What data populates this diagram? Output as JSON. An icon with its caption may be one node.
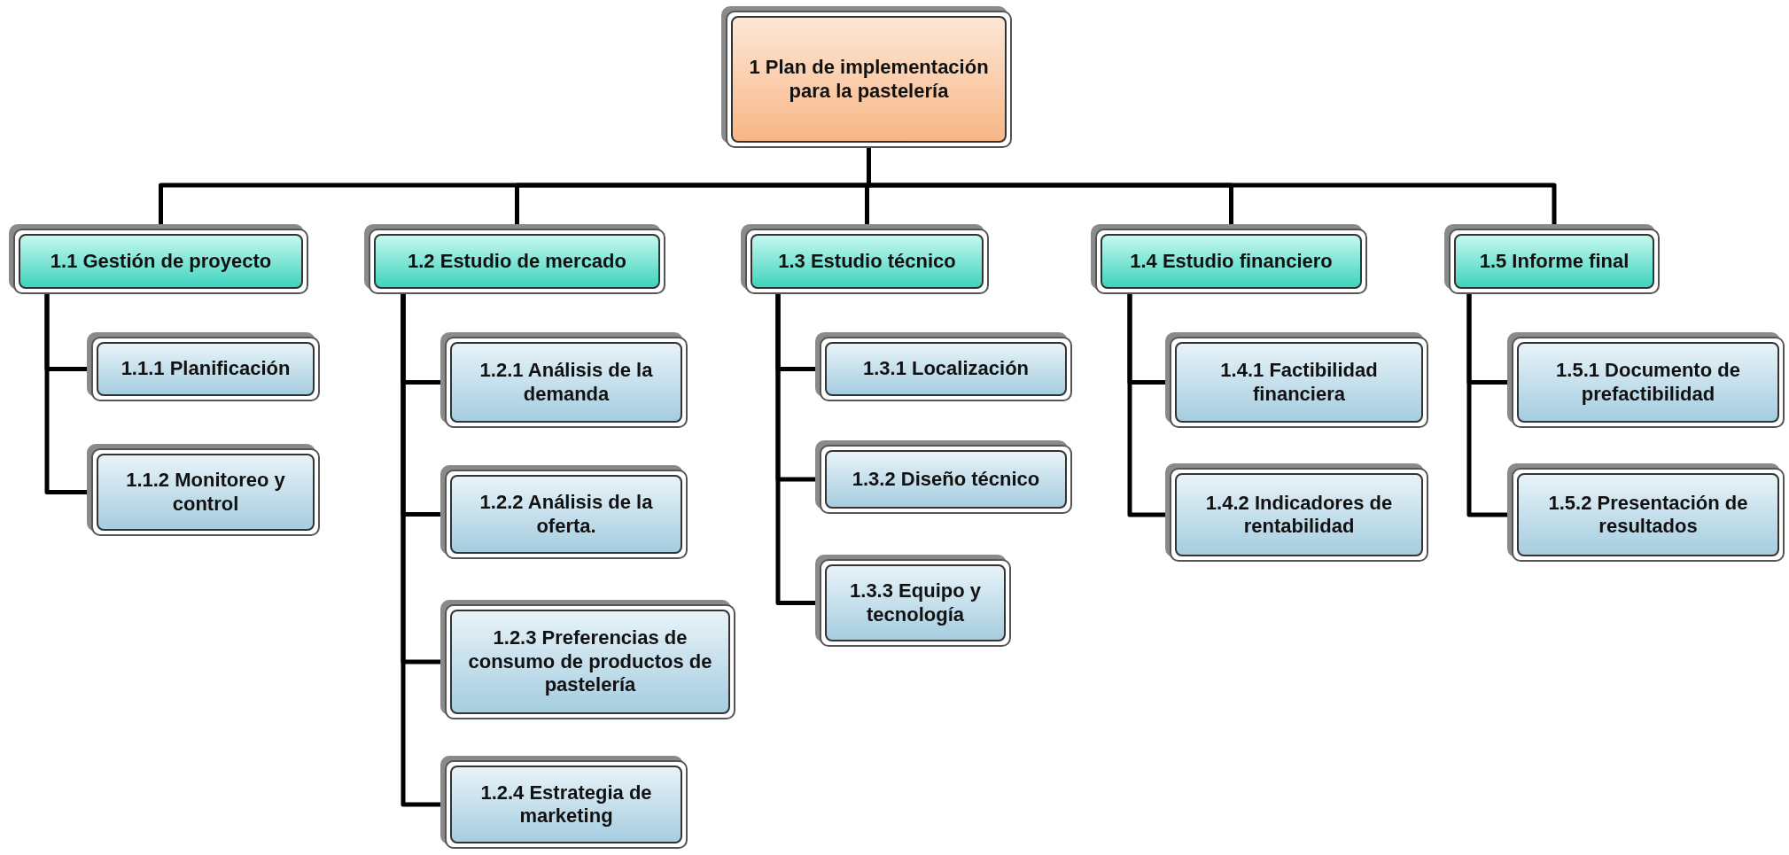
{
  "diagram": {
    "nodes": [
      {
        "text": [
          "1 Plan de implementación para la pastelería"
        ]
      },
      {
        "text": [
          "1.1 Gestión de proyecto"
        ]
      },
      {
        "text": [
          "1.1.1 Planificación"
        ]
      },
      {
        "text": [
          "1.1.2 Monitoreo y control"
        ]
      },
      {
        "text": [
          "1.2 Estudio de mercado"
        ]
      },
      {
        "text": [
          "1.2.1 Análisis de la demanda"
        ]
      },
      {
        "text": [
          "1.2.2 Análisis de la oferta."
        ]
      },
      {
        "text": [
          "1.2.3 Preferencias de consumo de productos de pastelería"
        ]
      },
      {
        "text": [
          "1.2.4 Estrategia de marketing"
        ]
      },
      {
        "text": [
          "1.3 Estudio técnico"
        ]
      },
      {
        "text": [
          "1.3.1 Localización"
        ]
      },
      {
        "text": [
          "1.3.2 Diseño técnico"
        ]
      },
      {
        "text": [
          "1.3.3 Equipo y tecnología"
        ]
      },
      {
        "text": [
          "1.4 Estudio financiero"
        ]
      },
      {
        "text": [
          "1.4.1 Factibilidad financiera"
        ]
      },
      {
        "text": [
          "1.4.2 Indicadores de rentabilidad"
        ]
      },
      {
        "text": [
          "1.5 Informe final"
        ]
      },
      {
        "text": [
          "1.5.1 Documento de prefactibilidad"
        ]
      },
      {
        "text": [
          "1.5.2 Presentación de resultados"
        ]
      }
    ],
    "edges": [
      {
        "from": 0,
        "to": 1,
        "arrow": "none"
      },
      {
        "from": 0,
        "to": 4,
        "arrow": "none"
      },
      {
        "from": 0,
        "to": 9,
        "arrow": "none"
      },
      {
        "from": 0,
        "to": 13,
        "arrow": "none"
      },
      {
        "from": 0,
        "to": 16,
        "arrow": "none"
      },
      {
        "from": 1,
        "to": 2,
        "arrow": "none"
      },
      {
        "from": 1,
        "to": 3,
        "arrow": "none"
      },
      {
        "from": 4,
        "to": 5,
        "arrow": "none"
      },
      {
        "from": 4,
        "to": 6,
        "arrow": "none"
      },
      {
        "from": 4,
        "to": 7,
        "arrow": "none"
      },
      {
        "from": 4,
        "to": 8,
        "arrow": "none"
      },
      {
        "from": 9,
        "to": 10,
        "arrow": "none"
      },
      {
        "from": 9,
        "to": 11,
        "arrow": "none"
      },
      {
        "from": 9,
        "to": 12,
        "arrow": "none"
      },
      {
        "from": 13,
        "to": 14,
        "arrow": "none"
      },
      {
        "from": 13,
        "to": 15,
        "arrow": "none"
      },
      {
        "from": 16,
        "to": 17,
        "arrow": "none"
      },
      {
        "from": 16,
        "to": 18,
        "arrow": "none"
      }
    ]
  }
}
